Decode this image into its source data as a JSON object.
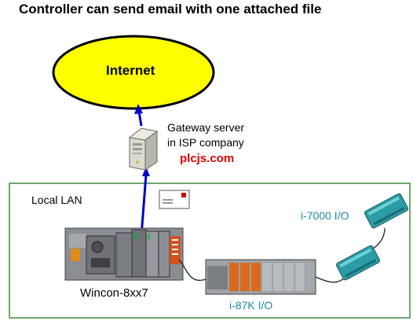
{
  "title": "Controller can send email with one attached file",
  "internet": {
    "label": "Internet"
  },
  "gateway": {
    "line1": "Gateway server",
    "line2": "in ISP company"
  },
  "watermark": "plcjs.com",
  "lan": {
    "label": "Local LAN"
  },
  "wincon": {
    "label": "Wincon-8xx7"
  },
  "i87k": {
    "label": "i-87K  I/O"
  },
  "i7000": {
    "label": "i-7000  I/O"
  },
  "colors": {
    "internet_fill": "#ffff00",
    "lan_border": "#3c8c3c",
    "arrow": "#0000cc",
    "io_label": "#1a8aa8",
    "watermark": "#e00000"
  }
}
